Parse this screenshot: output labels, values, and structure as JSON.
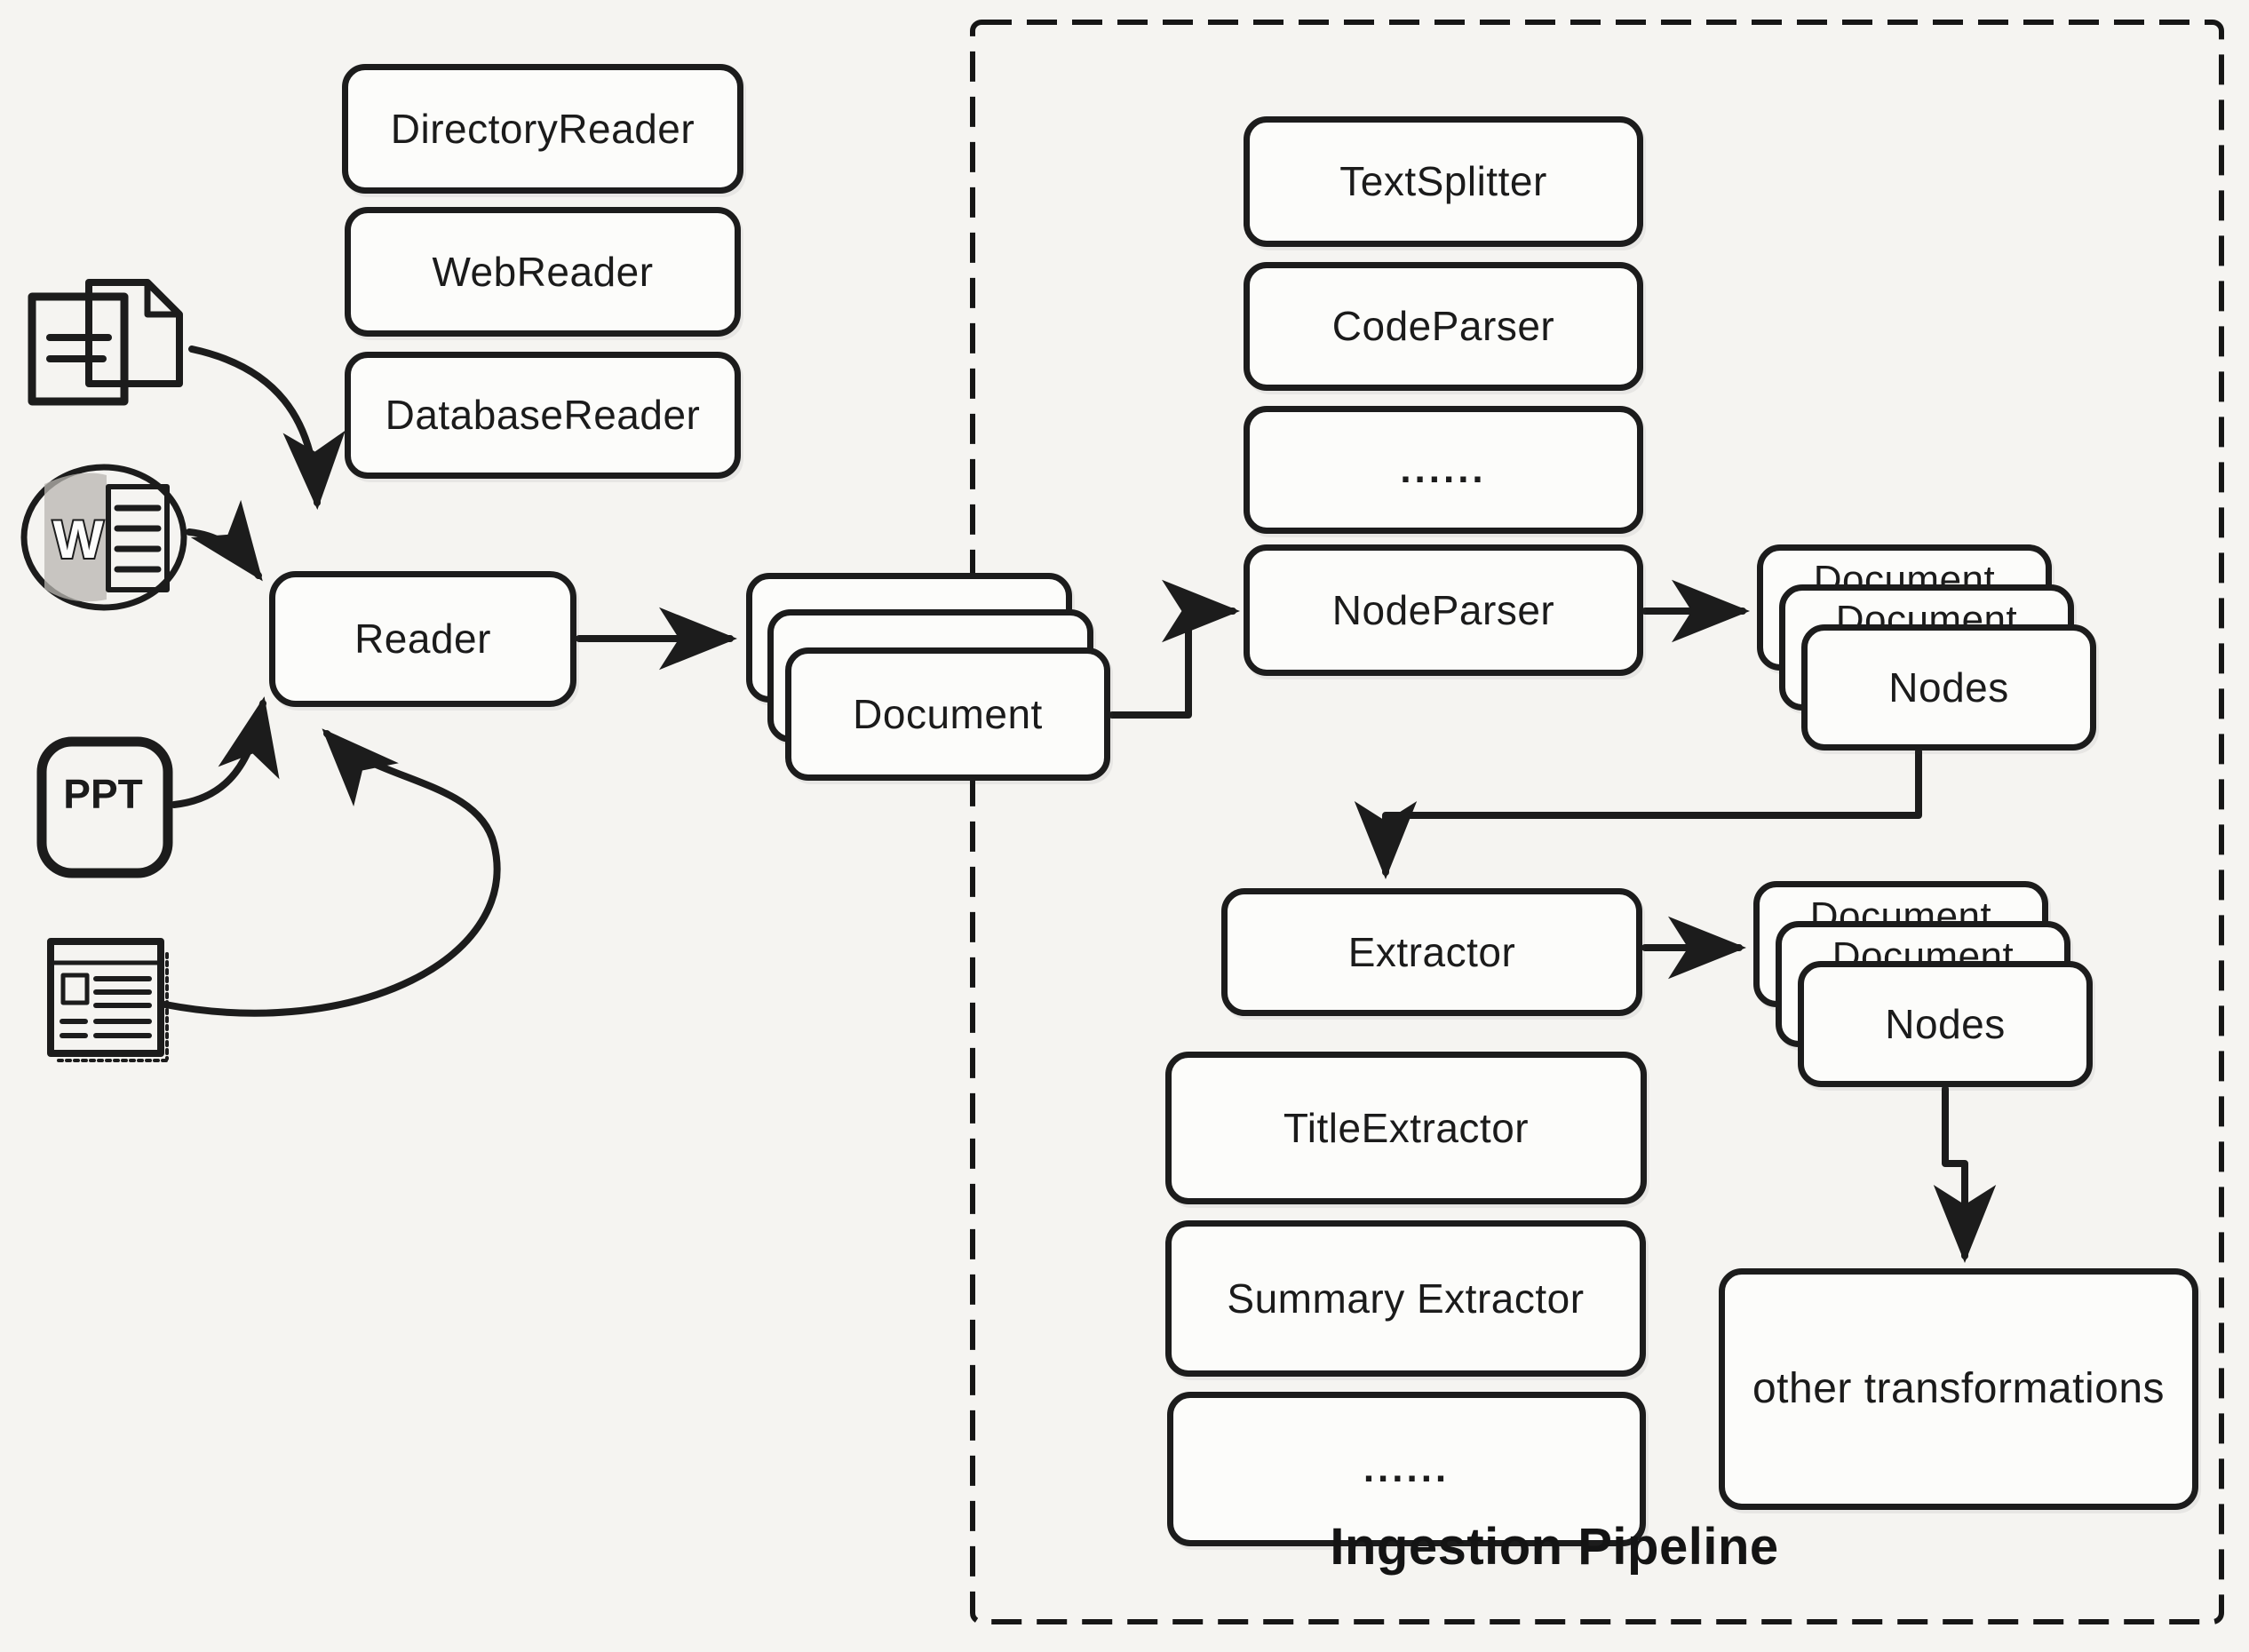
{
  "colors": {
    "background": "#f5f4f1",
    "ink": "#1c1c1c",
    "box_fill": "#fcfcfa"
  },
  "source_icons": {
    "documents": "documents-icon",
    "word": "word-icon",
    "ppt": "ppt-icon",
    "news": "newspaper-icon",
    "word_letter": "W",
    "ppt_label": "PPT"
  },
  "readers": {
    "types": [
      "DirectoryReader",
      "WebReader",
      "DatabaseReader"
    ],
    "reader": "Reader"
  },
  "document": "Document",
  "pipeline": {
    "title": "Ingestion Pipeline",
    "parsers": [
      "TextSplitter",
      "CodeParser",
      "......"
    ],
    "node_parser": "NodeParser",
    "nodes_stack_1": {
      "back": "Document",
      "mid": "Document",
      "front": "Nodes"
    },
    "extractor": "Extractor",
    "extractor_types": [
      "TitleExtractor",
      "Summary Extractor",
      "......"
    ],
    "nodes_stack_2": {
      "back": "Document",
      "mid": "Document",
      "front": "Nodes"
    },
    "other": "other transformations"
  }
}
